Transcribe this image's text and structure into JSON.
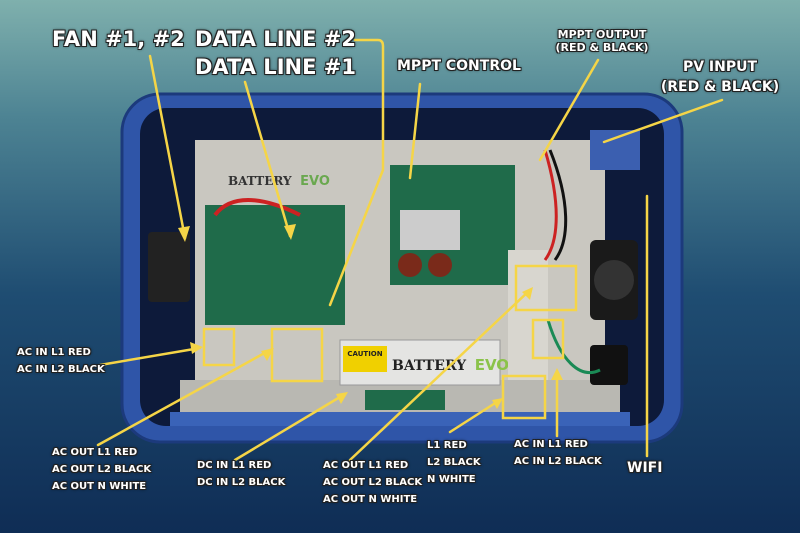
{
  "labels": {
    "fan": "FAN #1, #2",
    "data_line_2": "DATA LINE #2",
    "data_line_1": "DATA LINE #1",
    "mppt_control": "MPPT CONTROL",
    "mppt_output": [
      "MPPT OUTPUT",
      "(RED & BLACK)"
    ],
    "pv_input": [
      "PV INPUT",
      "(RED & BLACK)"
    ],
    "ac_in_left": [
      "AC IN L1 RED",
      "AC IN L2 BLACK"
    ],
    "ac_out_left": [
      "AC OUT L1 RED",
      "AC OUT L2 BLACK",
      "AC OUT N WHITE"
    ],
    "dc_in": [
      "DC IN L1 RED",
      "DC IN L2 BLACK"
    ],
    "ac_out_mid": [
      "AC OUT L1 RED",
      "AC OUT L2 BLACK",
      "AC OUT N WHITE"
    ],
    "l1_l2_n": [
      "L1 RED",
      "L2 BLACK",
      "N WHITE"
    ],
    "ac_in_right": [
      "AC IN L1 RED",
      "AC IN L2 BLACK"
    ],
    "wifi": "WIFI"
  },
  "brand": {
    "text_a": "BATTERY",
    "text_b": "EVO",
    "caution": "CAUTION"
  },
  "colors": {
    "callout": "#f5d547",
    "enclosure": "#2f55a8",
    "panel": "#c9c7c0",
    "board": "#1f6b4a"
  }
}
